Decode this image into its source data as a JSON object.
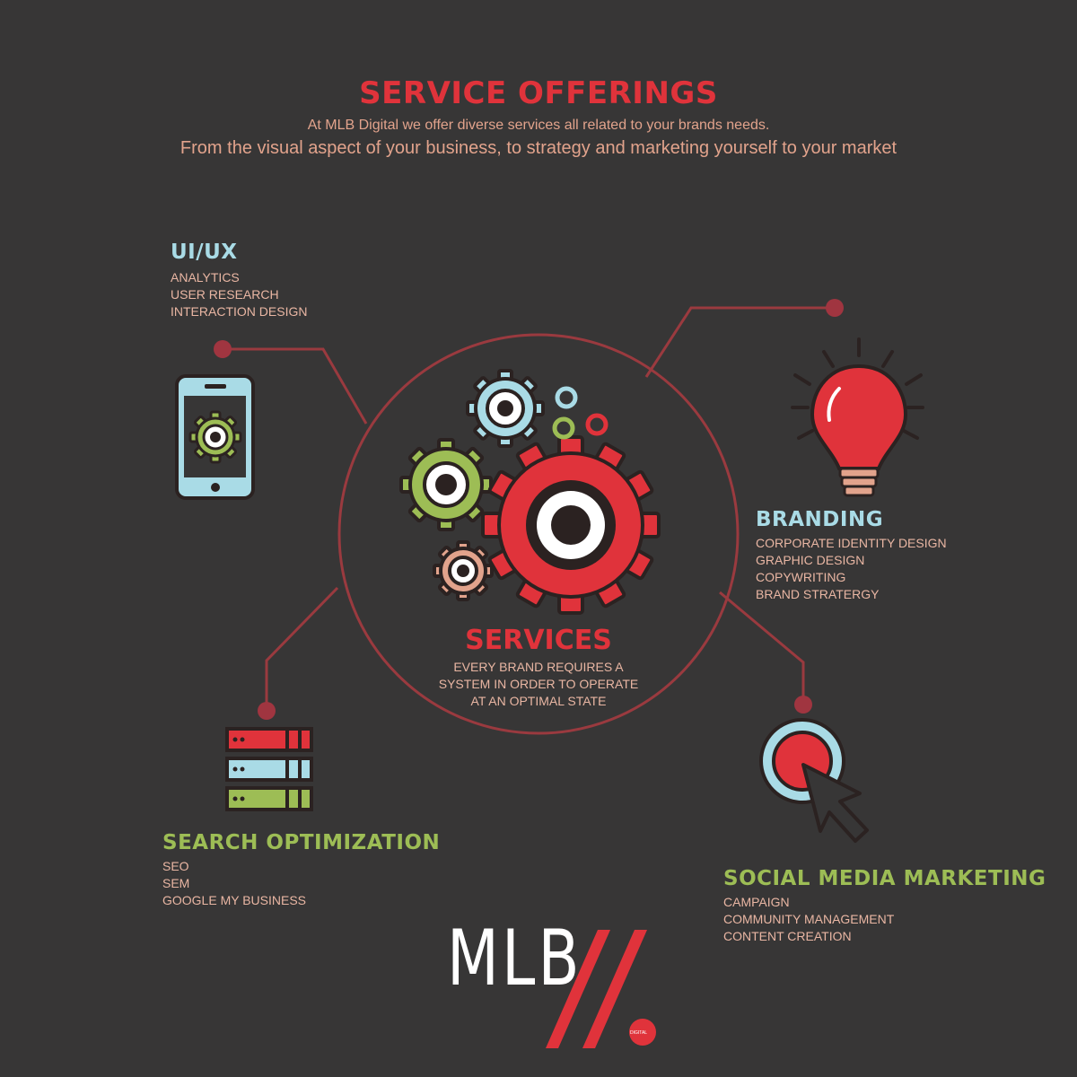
{
  "header": {
    "title": "SERVICE OFFERINGS",
    "subtitle_line1": "At MLB Digital we offer diverse services all related to your brands needs.",
    "subtitle_line2": "From the visual aspect of your business, to strategy and marketing yourself to your market"
  },
  "center": {
    "title": "SERVICES",
    "description": [
      "EVERY BRAND REQUIRES A",
      "SYSTEM IN ORDER TO OPERATE",
      "AT AN OPTIMAL STATE"
    ]
  },
  "sections": {
    "uiux": {
      "title": "UI/UX",
      "items": [
        "ANALYTICS",
        "USER RESEARCH",
        "INTERACTION DESIGN"
      ],
      "icon": "smartphone-gear-icon"
    },
    "branding": {
      "title": "BRANDING",
      "items": [
        "CORPORATE IDENTITY DESIGN",
        "GRAPHIC DESIGN",
        "COPYWRITING",
        "BRAND STRATERGY"
      ],
      "icon": "lightbulb-icon"
    },
    "search": {
      "title": "SEARCH OPTIMIZATION",
      "items": [
        "SEO",
        "SEM",
        "GOOGLE MY BUSINESS"
      ],
      "icon": "server-stack-icon"
    },
    "social": {
      "title": "SOCIAL MEDIA MARKETING",
      "items": [
        "CAMPAIGN",
        "COMMUNITY MANAGEMENT",
        "CONTENT CREATION"
      ],
      "icon": "click-button-cursor-icon"
    }
  },
  "logo": {
    "text": "MLB",
    "tag": "DIGITAL"
  },
  "colors": {
    "background": "#373636",
    "accent_red": "#e0333b",
    "line_red": "#9a3a3f",
    "blue": "#a9dbe6",
    "green": "#9dbd55",
    "salmon": "#e2a38c",
    "outline": "#2b2221"
  }
}
